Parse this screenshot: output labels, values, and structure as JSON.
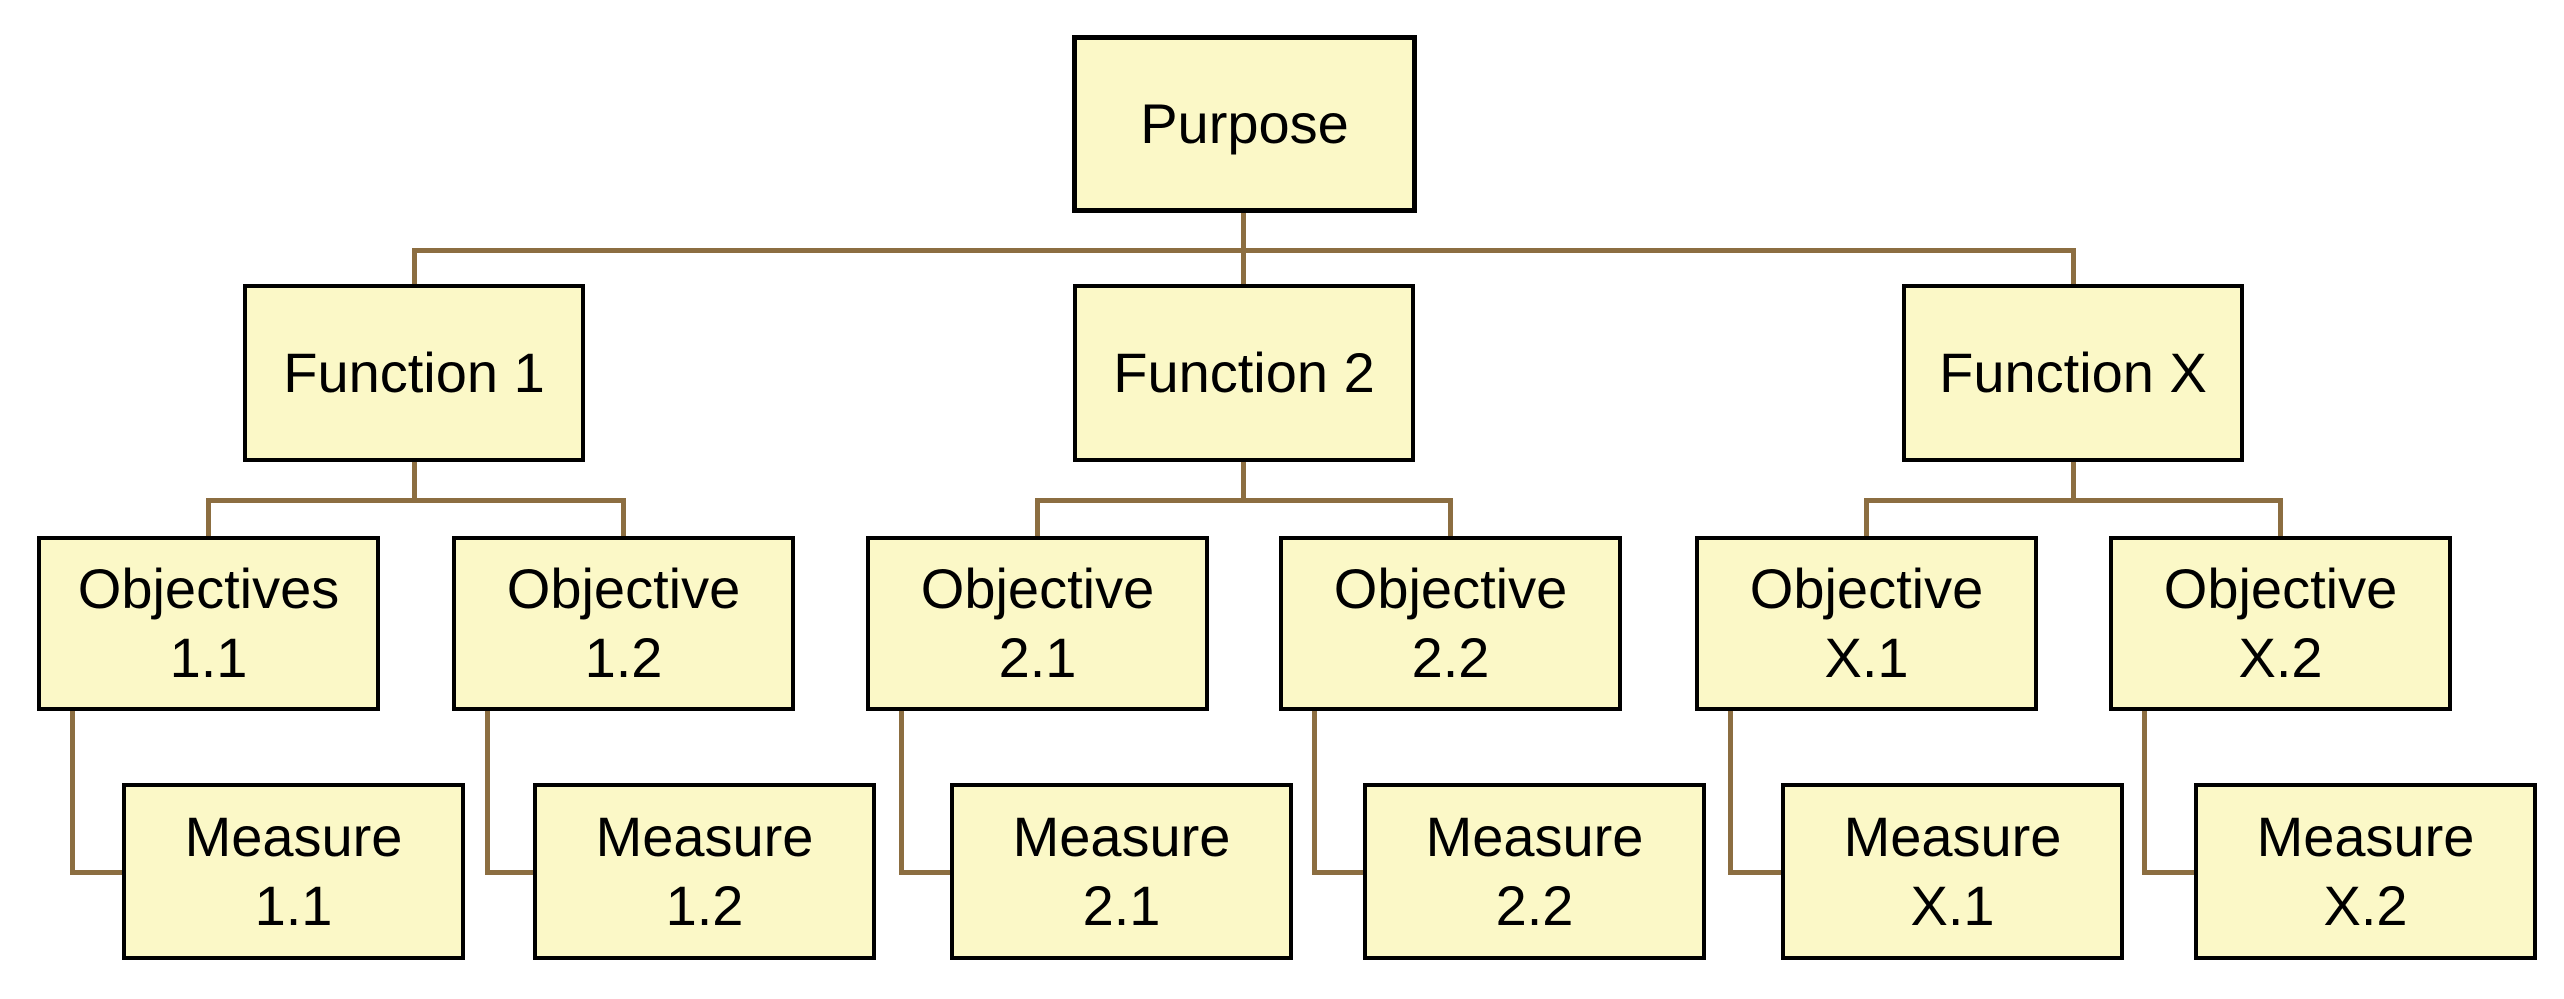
{
  "colors": {
    "background": "#FFFFFF",
    "box_fill": "#FBF8C7",
    "box_border": "#000000",
    "connector": "#8C6E41",
    "text": "#000000"
  },
  "tree": {
    "root": {
      "label": "Purpose"
    },
    "functions": [
      {
        "label": "Function 1",
        "objectives": [
          {
            "line1": "Objectives",
            "line2": "1.1",
            "measure_line1": "Measure",
            "measure_line2": "1.1"
          },
          {
            "line1": "Objective",
            "line2": "1.2",
            "measure_line1": "Measure",
            "measure_line2": "1.2"
          }
        ]
      },
      {
        "label": "Function 2",
        "objectives": [
          {
            "line1": "Objective",
            "line2": "2.1",
            "measure_line1": "Measure",
            "measure_line2": "2.1"
          },
          {
            "line1": "Objective",
            "line2": "2.2",
            "measure_line1": "Measure",
            "measure_line2": "2.2"
          }
        ]
      },
      {
        "label": "Function X",
        "objectives": [
          {
            "line1": "Objective",
            "line2": "X.1",
            "measure_line1": "Measure",
            "measure_line2": "X.1"
          },
          {
            "line1": "Objective",
            "line2": "X.2",
            "measure_line1": "Measure",
            "measure_line2": "X.2"
          }
        ]
      }
    ]
  }
}
